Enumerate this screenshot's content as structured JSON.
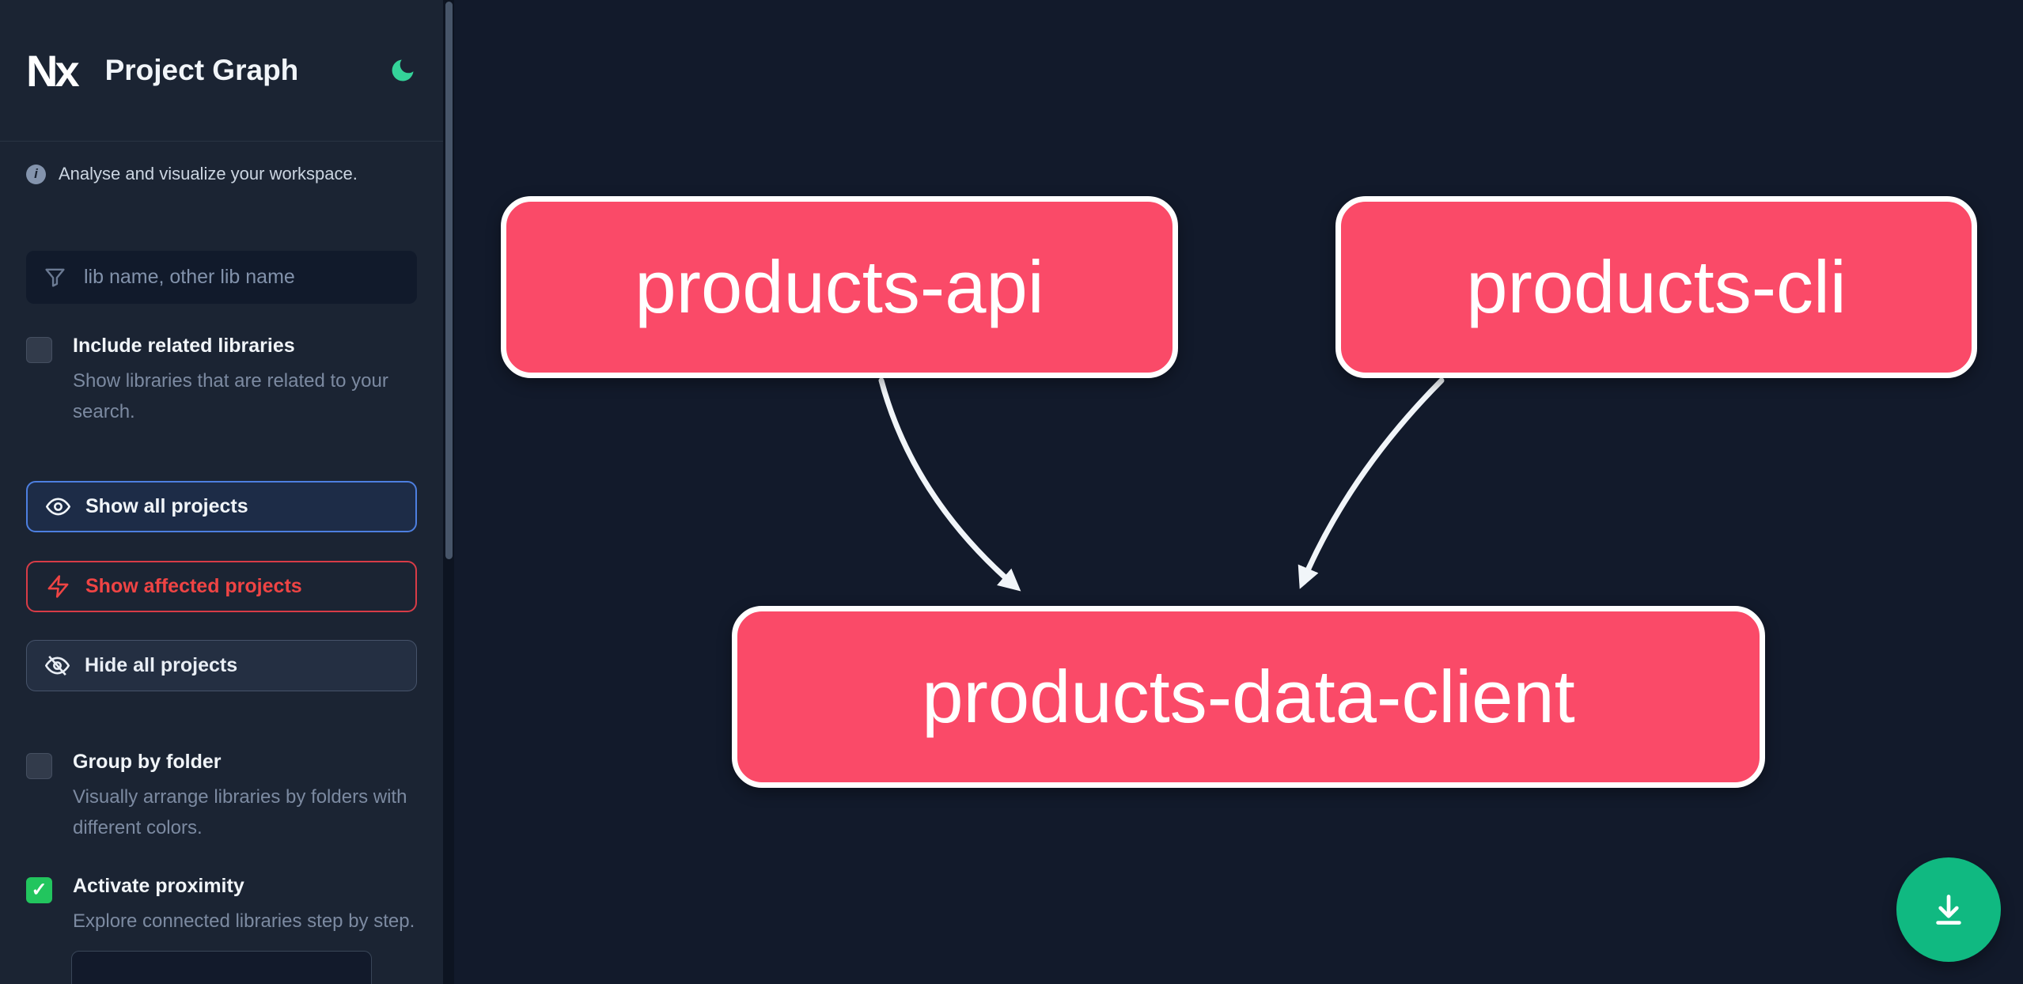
{
  "header": {
    "logo": "Nx",
    "title": "Project Graph"
  },
  "sidebar": {
    "tagline": "Analyse and visualize your workspace.",
    "search": {
      "placeholder": "lib name, other lib name"
    },
    "options": [
      {
        "label": "Include related libraries",
        "description": "Show libraries that are related to your search.",
        "checked": false
      },
      {
        "label": "Group by folder",
        "description": "Visually arrange libraries by folders with different colors.",
        "checked": false
      },
      {
        "label": "Activate proximity",
        "description": "Explore connected libraries step by step.",
        "checked": true
      }
    ],
    "actions": [
      {
        "label": "Show all projects",
        "icon": "eye-icon",
        "state": "selected"
      },
      {
        "label": "Show affected projects",
        "icon": "bolt-icon",
        "state": "affected"
      },
      {
        "label": "Hide all projects",
        "icon": "eye-off-icon",
        "state": "default"
      }
    ]
  },
  "graph": {
    "nodes": [
      {
        "id": "products-api"
      },
      {
        "id": "products-cli"
      },
      {
        "id": "products-data-client"
      }
    ],
    "edges": [
      {
        "from": "products-api",
        "to": "products-data-client"
      },
      {
        "from": "products-cli",
        "to": "products-data-client"
      }
    ]
  },
  "fab": {
    "icon": "download-icon"
  },
  "colors": {
    "node_fill": "#fa4a68",
    "selected_border_blue": "#4d7fe0",
    "affected_red": "#ef4444",
    "checked_green": "#22c55e",
    "fab_green": "#10b981",
    "moon_teal": "#34d399",
    "sidebar_bg": "#1b2433",
    "canvas_bg": "#121a2b"
  }
}
